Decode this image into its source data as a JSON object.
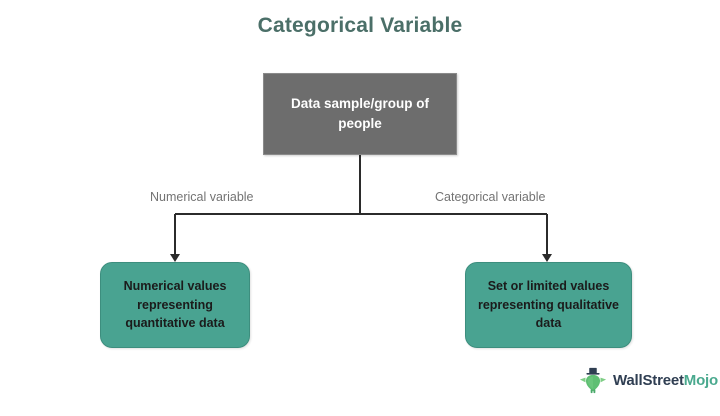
{
  "title": "Categorical Variable",
  "theme": {
    "background": "#ffffff",
    "title_color": "#4b6f68",
    "root_node_fill": "#6d6d6d",
    "root_node_text": "#ffffff",
    "leaf_node_fill": "#49a391",
    "leaf_node_text": "#1b1b1b",
    "edge_color": "#2b2b2b",
    "edge_label_color": "#737373"
  },
  "diagram": {
    "root": {
      "label": "Data sample/group of people",
      "shape": "rectangle"
    },
    "branches": [
      {
        "edge_label": "Numerical variable",
        "node_label": "Numerical values representing quantitative data",
        "shape": "rounded-rectangle",
        "side": "left"
      },
      {
        "edge_label": "Categorical variable",
        "node_label": "Set or limited values representing qualitative data",
        "shape": "rounded-rectangle",
        "side": "right"
      }
    ]
  },
  "footer": {
    "logo_icon": "wallstreetmojo-bull-icon",
    "brand_primary": "WallStreet",
    "brand_secondary": "Mojo"
  }
}
